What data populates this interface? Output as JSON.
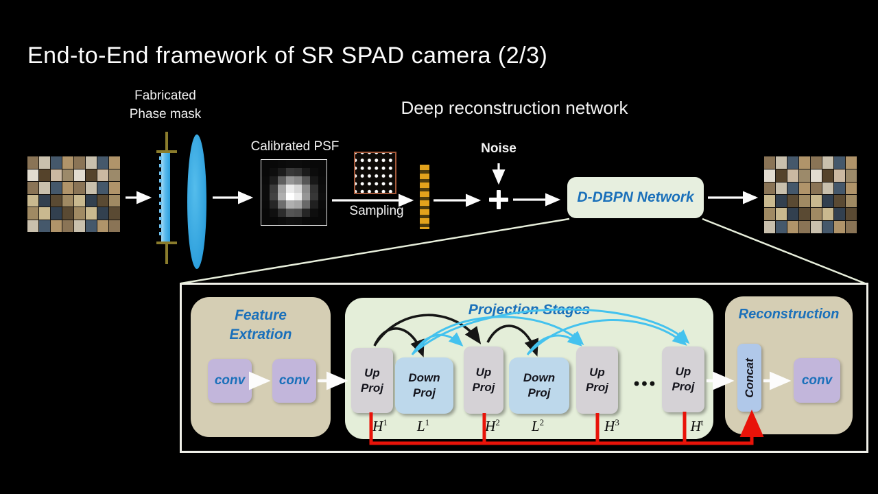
{
  "title": "End-to-End framework of SR SPAD camera (2/3)",
  "pipeline": {
    "phase_mask_line1": "Fabricated",
    "phase_mask_line2": "Phase mask",
    "network_label": "Deep reconstruction network",
    "psf_label": "Calibrated PSF",
    "sampling_label": "Sampling",
    "noise_label": "Noise",
    "ddbpn_label": "D-DBPN Network"
  },
  "detail": {
    "feature": {
      "title_line1": "Feature",
      "title_line2": "Extration",
      "conv_a": "conv",
      "conv_b": "conv"
    },
    "projection": {
      "title": "Projection Stages",
      "blocks": [
        {
          "line1": "Up",
          "line2": "Proj"
        },
        {
          "line1": "Down",
          "line2": "Proj"
        },
        {
          "line1": "Up",
          "line2": "Proj"
        },
        {
          "line1": "Down",
          "line2": "Proj"
        },
        {
          "line1": "Up",
          "line2": "Proj"
        },
        {
          "line1": "Up",
          "line2": "Proj"
        }
      ],
      "ellipsis": "•••",
      "stage_labels": [
        {
          "base": "H",
          "sup": "1"
        },
        {
          "base": "L",
          "sup": "1"
        },
        {
          "base": "H",
          "sup": "2"
        },
        {
          "base": "L",
          "sup": "2"
        },
        {
          "base": "H",
          "sup": "3"
        },
        {
          "base": "H",
          "sup": "t"
        }
      ]
    },
    "reconstruction": {
      "title": "Reconstruction",
      "concat": "Concat",
      "conv": "conv"
    }
  },
  "colors": {
    "accent_blue": "#1a70ba",
    "box_green": "#e7efdf",
    "proj_green": "#e4eed9",
    "tan": "#d5ceb4",
    "purple": "#c2b6db",
    "downproj_blue": "#bdd8eb",
    "concat_blue": "#b0c8e9",
    "upproj_gray": "#d5d2d6",
    "red": "#e81309",
    "cyan": "#44c2ee",
    "olive": "#8a7c2c",
    "lens_blue": "#2aa3e2",
    "stripe_orange": "#e2a21c",
    "stripe_dark": "#4d3c0e",
    "grid_border": "#a5593a"
  },
  "psf_matrix": [
    [
      8,
      8,
      10,
      12,
      12,
      10,
      8,
      8
    ],
    [
      8,
      14,
      28,
      55,
      50,
      26,
      12,
      8
    ],
    [
      10,
      30,
      95,
      150,
      135,
      85,
      24,
      10
    ],
    [
      12,
      60,
      165,
      235,
      215,
      140,
      50,
      12
    ],
    [
      12,
      66,
      175,
      255,
      235,
      150,
      55,
      14
    ],
    [
      10,
      38,
      110,
      175,
      165,
      105,
      32,
      10
    ],
    [
      8,
      16,
      45,
      85,
      80,
      38,
      14,
      8
    ],
    [
      8,
      8,
      12,
      16,
      15,
      10,
      8,
      8
    ]
  ],
  "collage": {
    "cols": 8,
    "rows": 6,
    "palette": [
      "#8a7456",
      "#bfb39c",
      "#ddd6c6",
      "#5a4a33",
      "#9c8a6a",
      "#c9c0ad",
      "#3e3526",
      "#6b7a8a",
      "#a08a63",
      "#e2dcd0",
      "#45586b",
      "#8f9aa6",
      "#7a5c3a",
      "#c9b98f",
      "#55432b",
      "#b0946a",
      "#93a0ad",
      "#6e5b3f",
      "#32404f",
      "#cbb9a2"
    ]
  }
}
